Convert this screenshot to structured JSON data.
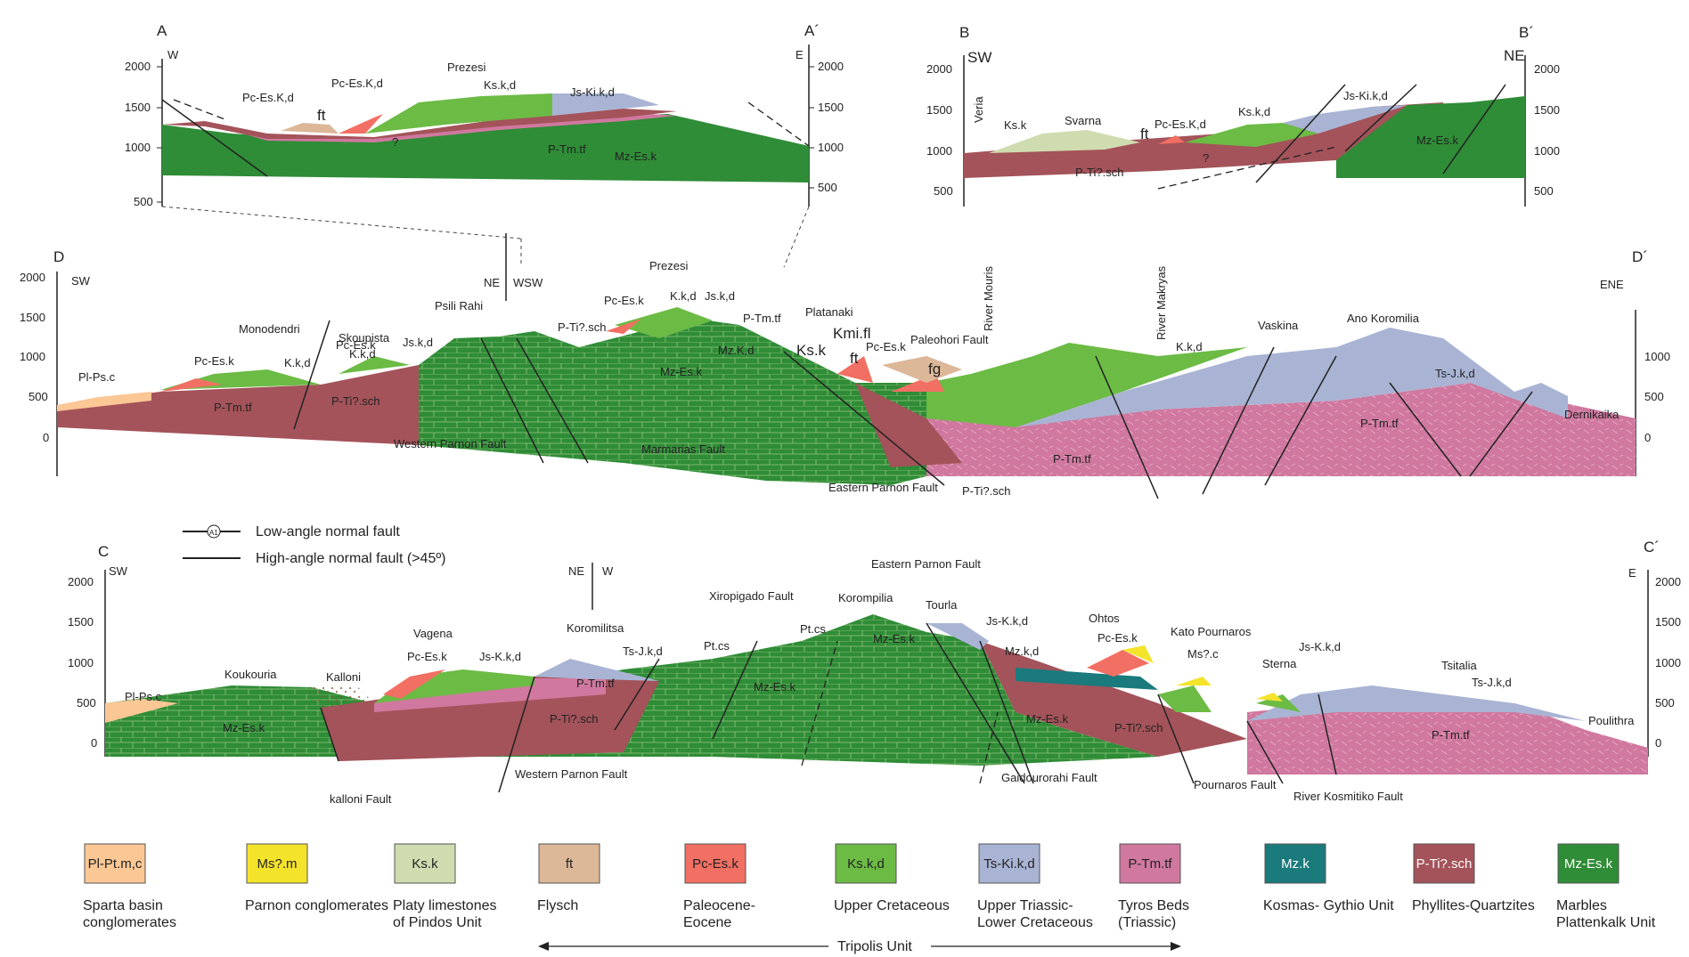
{
  "sections": {
    "aa": {
      "start": "A",
      "end": "A´",
      "left_dir": "W",
      "right_dir": "E",
      "ticks_left": [
        "2000",
        "1500",
        "1000",
        "500"
      ],
      "ticks_right": [
        "2000",
        "1500",
        "1000",
        "500"
      ],
      "labels": [
        "Pc-Es.K,d",
        "Pc-Es.K,d",
        "ft",
        "Prezesi",
        "Ks.k,d",
        "Js-Ki.k,d",
        "P-Tm.tf",
        "Mz-Es.k",
        "?"
      ]
    },
    "bb": {
      "start": "B",
      "end": "B´",
      "left_dir": "SW",
      "right_dir": "NE",
      "ticks_left": [
        "2000",
        "1500",
        "1000",
        "500"
      ],
      "ticks_right": [
        "2000",
        "1500",
        "1000",
        "500"
      ],
      "labels": [
        "Veria",
        "Ks.k",
        "Svarna",
        "Pc-Es.K,d",
        "ft",
        "Ks.k,d",
        "Js-Ki.k,d",
        "Mz-Es.k",
        "P-Ti?.sch",
        "?"
      ]
    },
    "dd": {
      "start": "D",
      "end": "D´",
      "left_dir": "SW",
      "right_dir": "ENE",
      "ticks_left": [
        "2000",
        "1500",
        "1000",
        "500",
        "0"
      ],
      "ticks_right": [
        "1000",
        "500",
        "0"
      ],
      "pivot": [
        "NE",
        "WSW"
      ],
      "labels": [
        "Monodendri",
        "Skoupista",
        "Psili Rahi",
        "Prezesi",
        "Platanaki",
        "River Mouris",
        "River Makryas",
        "Vaskina",
        "Ano Koromilia",
        "Dernikaika",
        "Pl-Ps.c",
        "Pc-Es.k",
        "K.k,d",
        "Pc-Es.k",
        "K.k,d",
        "Js.k,d",
        "P-Ti?.sch",
        "P-Tm.tf",
        "Western Parnon Fault",
        "P-Ti?.sch",
        "Pc-Es.k",
        "K.k,d",
        "Js.k,d",
        "P-Tm.tf",
        "Mz-Es.k",
        "Mz.K,d",
        "Ks.k",
        "Kmi.fl",
        "ft",
        "Pc-Es.k",
        "Paleohori Fault",
        "fg",
        "Marmarias Fault",
        "Eastern Parnon Fault",
        "P-Ti?.sch",
        "P-Tm.tf",
        "K.k,d",
        "Ts-J.k,d",
        "P-Tm.tf"
      ]
    },
    "cc": {
      "start": "C",
      "end": "C´",
      "left_dir": "SW",
      "right_dir": "E",
      "ticks_left": [
        "2000",
        "1500",
        "1000",
        "500",
        "0"
      ],
      "ticks_right": [
        "2000",
        "1500",
        "1000",
        "500",
        "0"
      ],
      "pivot": [
        "NE",
        "W"
      ],
      "labels": [
        "Koukouria",
        "Pl-Ps.c",
        "Mz-Es.k",
        "Kalloni",
        "kalloni Fault",
        "Vagena",
        "Pc-Es.k",
        "Js-K.k,d",
        "Koromilitsa",
        "Ts-J.k,d",
        "P-Tm.tf",
        "P-Ti?.sch",
        "Western Parnon Fault",
        "Xiropigado Fault",
        "Pt.cs",
        "Pt.cs",
        "Mz-Es.k",
        "Korompilia",
        "Eastern Parnon Fault",
        "Tourla",
        "Mz-Es.k",
        "Js-K.k,d",
        "Mz.k,d",
        "Mz-Es.k",
        "Gaidourorahi Fault",
        "Ohtos",
        "Pc-Es.k",
        "Kato Pournaros",
        "Ms?.c",
        "P-Ti?.sch",
        "Pournaros Fault",
        "Sterna",
        "Js-K.k,d",
        "River Kosmitiko Fault",
        "Tsitalia",
        "Ts-J.k,d",
        "P-Tm.tf",
        "Poulithra"
      ]
    }
  },
  "fault_legend": {
    "low_angle_symbol": "A1",
    "low_angle": "Low-angle normal fault",
    "high_angle": "High-angle normal fault (>45º)"
  },
  "legend": [
    {
      "code": "Pl-Pt.m,c",
      "desc": [
        "Sparta basin",
        "conglomerates"
      ],
      "color": "#fbc795"
    },
    {
      "code": "Ms?.m",
      "desc": [
        "Parnon conglomerates"
      ],
      "color": "#f4e32b"
    },
    {
      "code": "Ks.k",
      "desc": [
        "Platy limestones",
        "of Pindos Unit"
      ],
      "color": "#cfdcb0"
    },
    {
      "code": "ft",
      "desc": [
        "Flysch"
      ],
      "color": "#dcb798"
    },
    {
      "code": "Pc-Es.k",
      "desc": [
        "Paleocene-",
        "Eocene"
      ],
      "color": "#f26f63"
    },
    {
      "code": "Ks.k,d",
      "desc": [
        "Upper Cretaceous"
      ],
      "color": "#6cbb45"
    },
    {
      "code": "Ts-Ki.k,d",
      "desc": [
        "Upper Triassic-",
        "Lower Cretaceous"
      ],
      "color": "#a9b4d4"
    },
    {
      "code": "P-Tm.tf",
      "desc": [
        "Tyros Beds",
        "(Triassic)"
      ],
      "color": "#d0789f"
    },
    {
      "code": "Mz.k",
      "desc": [
        "Kosmas- Gythio Unit"
      ],
      "color": "#1a7a7c"
    },
    {
      "code": "P-Ti?.sch",
      "desc": [
        "Phyllites-Quartzites"
      ],
      "color": "#a4535a"
    },
    {
      "code": "Mz-Es.k",
      "desc": [
        "Marbles",
        "Plattenkalk Unit"
      ],
      "color": "#2f8c37"
    }
  ],
  "tripolis_unit": "Tripolis Unit",
  "colors": {
    "marble": "#2f8c37",
    "phyllite": "#a4535a",
    "tyros": "#d0789f",
    "upper_cret": "#6cbb45",
    "triassic_lc": "#a9b4d4",
    "paleocene": "#f26f63",
    "flysch": "#dcb798",
    "platy": "#cfdcb0",
    "parnon": "#f4e32b",
    "sparta": "#fbc795",
    "kosmas": "#1a7a7c"
  }
}
